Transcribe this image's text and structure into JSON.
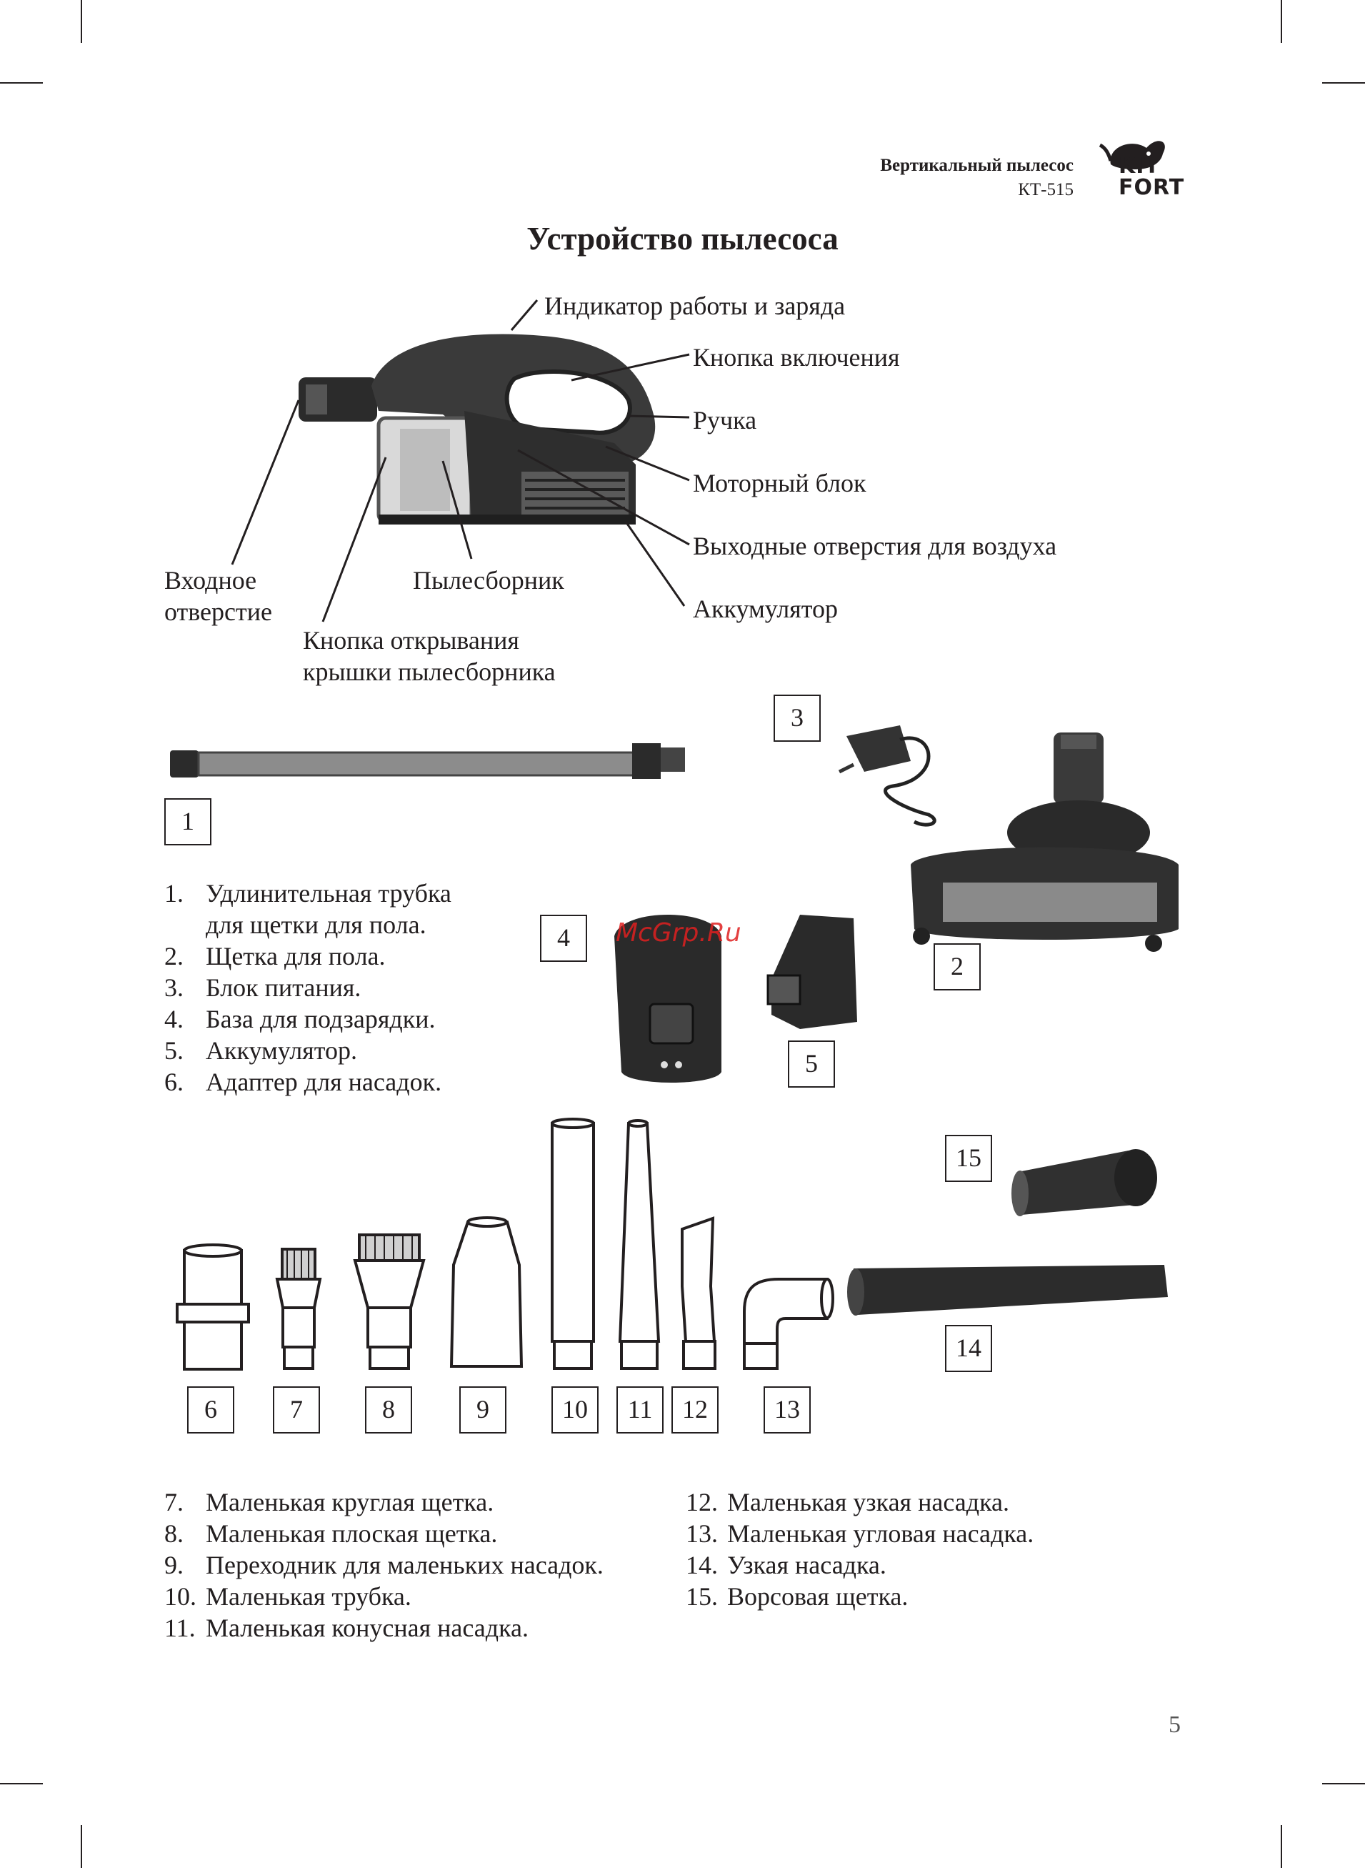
{
  "header": {
    "product_title": "Вертикальный пылесос",
    "model": "КТ-515",
    "logo_line1": "KIT",
    "logo_line2": "FORT"
  },
  "page_title": "Устройство пылесоса",
  "diagram_labels": {
    "indicator": "Индикатор работы и заряда",
    "power_button": "Кнопка включения",
    "handle": "Ручка",
    "motor_unit": "Моторный блок",
    "air_outlets": "Выходные отверстия для воздуха",
    "battery": "Аккумулятор",
    "inlet_line1": "Входное",
    "inlet_line2": "отверстие",
    "dust_container": "Пылесборник",
    "lid_button_line1": "Кнопка открывания",
    "lid_button_line2": "крышки пылесборника"
  },
  "accessory_numbers": [
    "1",
    "2",
    "3",
    "4",
    "5",
    "6",
    "7",
    "8",
    "9",
    "10",
    "11",
    "12",
    "13",
    "14",
    "15"
  ],
  "list1": [
    {
      "num": "1.",
      "text": "Удлинительная трубка"
    },
    {
      "num": "",
      "text": "для щетки для пола."
    },
    {
      "num": "2.",
      "text": "Щетка для пола."
    },
    {
      "num": "3.",
      "text": "Блок питания."
    },
    {
      "num": "4.",
      "text": "База для подзарядки."
    },
    {
      "num": "5.",
      "text": "Аккумулятор."
    },
    {
      "num": "6.",
      "text": "Адаптер для насадок."
    }
  ],
  "list2_left": [
    {
      "num": "7.",
      "text": "Маленькая круглая щетка."
    },
    {
      "num": "8.",
      "text": "Маленькая плоская щетка."
    },
    {
      "num": "9.",
      "text": "Переходник для маленьких насадок."
    },
    {
      "num": "10.",
      "text": "Маленькая трубка."
    },
    {
      "num": "11.",
      "text": "Маленькая конусная насадка."
    }
  ],
  "list2_right": [
    {
      "num": "12.",
      "text": "Маленькая узкая насадка."
    },
    {
      "num": "13.",
      "text": "Маленькая угловая насадка."
    },
    {
      "num": "14.",
      "text": "Узкая насадка."
    },
    {
      "num": "15.",
      "text": "Ворсовая щетка."
    }
  ],
  "watermark": "McGrp.Ru",
  "page_number": "5"
}
